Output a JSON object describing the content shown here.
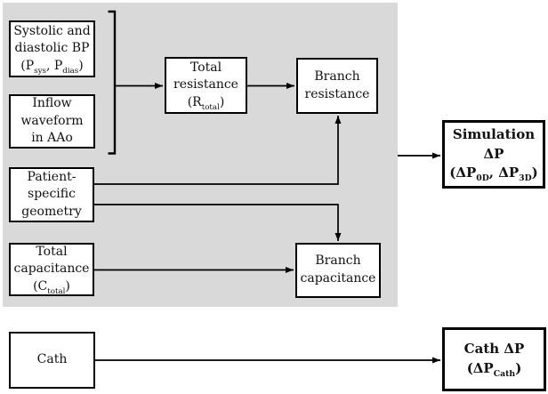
{
  "colors": {
    "background": "#ffffff",
    "panel": "#d9d9d9",
    "box_fill": "#ffffff",
    "box_border": "#000000",
    "line": "#000000"
  },
  "boxes": {
    "systolic_bp": {
      "lines": [
        [
          {
            "t": "Systolic and"
          }
        ],
        [
          {
            "t": "diastolic BP"
          }
        ],
        [
          {
            "t": "(P"
          },
          {
            "t": "sys",
            "sub": true
          },
          {
            "t": ", P"
          },
          {
            "t": "dias",
            "sub": true
          },
          {
            "t": ")"
          }
        ]
      ]
    },
    "inflow": {
      "lines": [
        [
          {
            "t": "Inflow"
          }
        ],
        [
          {
            "t": "waveform"
          }
        ],
        [
          {
            "t": "in AAo"
          }
        ]
      ]
    },
    "total_resistance": {
      "lines": [
        [
          {
            "t": "Total"
          }
        ],
        [
          {
            "t": "resistance"
          }
        ],
        [
          {
            "t": "(R"
          },
          {
            "t": "total",
            "sub": true
          },
          {
            "t": ")"
          }
        ]
      ]
    },
    "branch_resistance": {
      "lines": [
        [
          {
            "t": "Branch"
          }
        ],
        [
          {
            "t": "resistance"
          }
        ]
      ]
    },
    "patient_geometry": {
      "lines": [
        [
          {
            "t": "Patient-"
          }
        ],
        [
          {
            "t": "specific"
          }
        ],
        [
          {
            "t": "geometry"
          }
        ]
      ]
    },
    "total_capacitance": {
      "lines": [
        [
          {
            "t": "Total"
          }
        ],
        [
          {
            "t": "capacitance"
          }
        ],
        [
          {
            "t": "(C"
          },
          {
            "t": "total",
            "sub": true
          },
          {
            "t": ")"
          }
        ]
      ]
    },
    "branch_capacitance": {
      "lines": [
        [
          {
            "t": "Branch"
          }
        ],
        [
          {
            "t": "capacitance"
          }
        ]
      ]
    },
    "simulation_dp": {
      "lines": [
        [
          {
            "t": "Simulation"
          }
        ],
        [
          {
            "t": "ΔP"
          }
        ],
        [
          {
            "t": "(ΔP"
          },
          {
            "t": "0D",
            "sub": true
          },
          {
            "t": ", ΔP"
          },
          {
            "t": "3D",
            "sub": true
          },
          {
            "t": ")"
          }
        ]
      ]
    },
    "cath": {
      "lines": [
        [
          {
            "t": "Cath"
          }
        ]
      ]
    },
    "cath_dp": {
      "lines": [
        [
          {
            "t": "Cath ΔP"
          }
        ],
        [
          {
            "t": "(ΔP"
          },
          {
            "t": "Cath",
            "sub": true
          },
          {
            "t": ")"
          }
        ]
      ]
    }
  }
}
